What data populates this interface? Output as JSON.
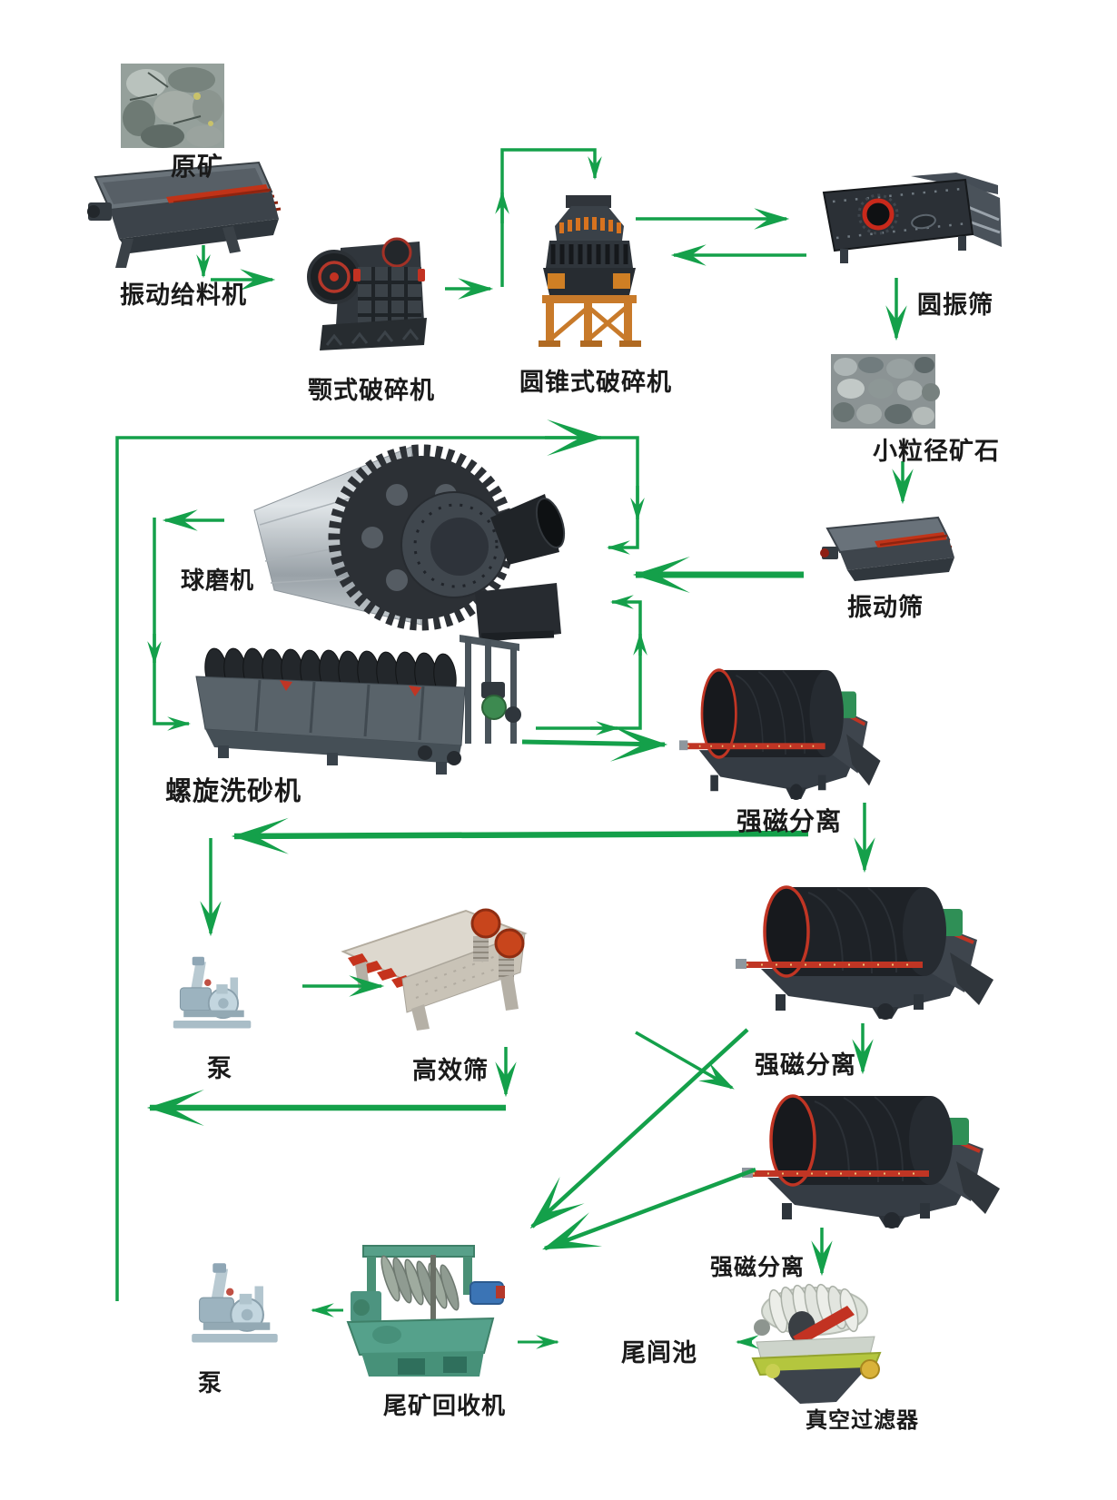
{
  "colors": {
    "arrow_green": "#14A04A",
    "label_text": "#1a1a1a",
    "background": "#ffffff"
  },
  "diagram": {
    "type": "mineral-processing-flowchart",
    "nodes": [
      {
        "id": "raw-ore",
        "label": "原矿",
        "image": "raw-ore-photo"
      },
      {
        "id": "vibrating-feeder",
        "label": "振动给料机",
        "image": "vibrating-feeder-photo"
      },
      {
        "id": "jaw-crusher",
        "label": "颚式破碎机",
        "image": "jaw-crusher-photo"
      },
      {
        "id": "cone-crusher",
        "label": "圆锥式破碎机",
        "image": "cone-crusher-photo"
      },
      {
        "id": "circular-vibrating-screen",
        "label": "圆振筛",
        "image": "circular-vibrating-screen-photo"
      },
      {
        "id": "small-particle-ore",
        "label": "小粒径矿石",
        "image": "small-particle-ore-photo"
      },
      {
        "id": "vibrating-screen",
        "label": "振动筛",
        "image": "vibrating-screen-photo"
      },
      {
        "id": "ball-mill",
        "label": "球磨机",
        "image": "ball-mill-photo"
      },
      {
        "id": "spiral-sand-washer",
        "label": "螺旋洗砂机",
        "image": "spiral-sand-washer-photo"
      },
      {
        "id": "magnetic-separation-1",
        "label": "强磁分离",
        "image": "magnetic-separator-photo"
      },
      {
        "id": "pump-1",
        "label": "泵",
        "image": "pump-photo"
      },
      {
        "id": "high-efficiency-screen",
        "label": "高效筛",
        "image": "high-efficiency-screen-photo"
      },
      {
        "id": "magnetic-separation-2",
        "label": "强磁分离",
        "image": "magnetic-separator-photo"
      },
      {
        "id": "magnetic-separation-3",
        "label": "强磁分离",
        "image": "magnetic-separator-photo"
      },
      {
        "id": "tailings-recovery-machine",
        "label": "尾矿回收机",
        "image": "tailings-recovery-machine-photo"
      },
      {
        "id": "pump-2",
        "label": "泵",
        "image": "pump-photo"
      },
      {
        "id": "tailings-pond",
        "label": "尾闾池",
        "image": null
      },
      {
        "id": "vacuum-filter",
        "label": "真空过滤器",
        "image": "vacuum-filter-photo"
      }
    ],
    "edges": [
      {
        "from": "vibrating-feeder",
        "to": "jaw-crusher"
      },
      {
        "from": "jaw-crusher",
        "to": "cone-crusher"
      },
      {
        "from": "cone-crusher",
        "to": "circular-vibrating-screen"
      },
      {
        "from": "circular-vibrating-screen",
        "to": "cone-crusher"
      },
      {
        "from": "circular-vibrating-screen",
        "to": "small-particle-ore"
      },
      {
        "from": "small-particle-ore",
        "to": "vibrating-screen"
      },
      {
        "from": "vibrating-screen",
        "to": "ball-mill"
      },
      {
        "from": "ball-mill",
        "to": "spiral-sand-washer"
      },
      {
        "from": "spiral-sand-washer",
        "to": "ball-mill"
      },
      {
        "from": "spiral-sand-washer",
        "to": "magnetic-separation-1"
      },
      {
        "from": "magnetic-separation-1",
        "to": "magnetic-separation-2"
      },
      {
        "from": "magnetic-separation-1",
        "to": "pump-1"
      },
      {
        "from": "pump-1",
        "to": "high-efficiency-screen"
      },
      {
        "from": "high-efficiency-screen",
        "to": "ball-mill"
      },
      {
        "from": "high-efficiency-screen",
        "to": "magnetic-separation-3"
      },
      {
        "from": "magnetic-separation-2",
        "to": "magnetic-separation-3"
      },
      {
        "from": "magnetic-separation-2",
        "to": "tailings-recovery-machine"
      },
      {
        "from": "magnetic-separation-3",
        "to": "tailings-recovery-machine"
      },
      {
        "from": "magnetic-separation-3",
        "to": "vacuum-filter"
      },
      {
        "from": "tailings-recovery-machine",
        "to": "pump-2"
      },
      {
        "from": "tailings-recovery-machine",
        "to": "tailings-pond"
      },
      {
        "from": "vacuum-filter",
        "to": "tailings-pond"
      }
    ]
  }
}
